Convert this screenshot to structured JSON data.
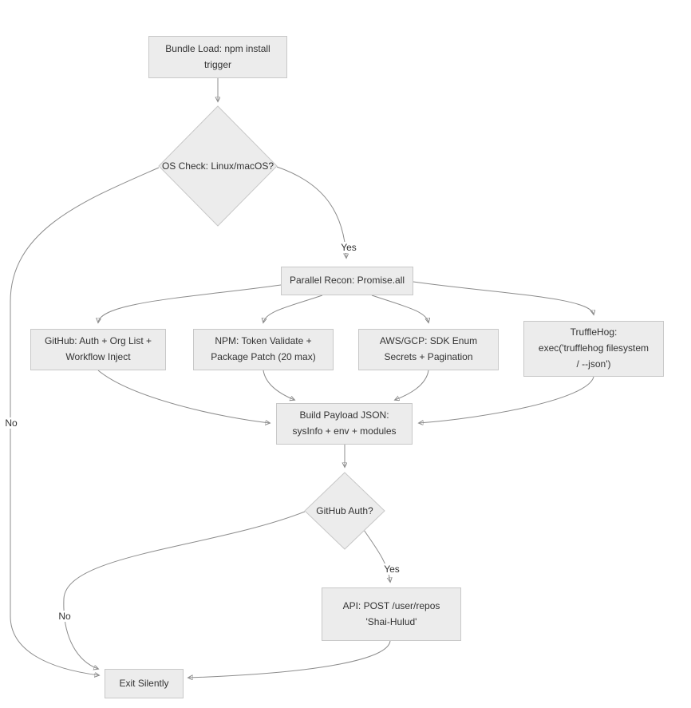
{
  "colors": {
    "node_fill": "#ececec",
    "node_border": "#c8c8c8",
    "edge_stroke": "#8c8c8c",
    "text": "#333333",
    "background": "#ffffff"
  },
  "diagram": {
    "nodes": {
      "bundle_load": {
        "lines": [
          "Bundle Load: npm install",
          "trigger"
        ]
      },
      "os_check": {
        "lines": [
          "OS Check: Linux/macOS?"
        ]
      },
      "parallel_recon": {
        "lines": [
          "Parallel Recon: Promise.all"
        ]
      },
      "github_recon": {
        "lines": [
          "GitHub: Auth + Org List +",
          "Workflow Inject"
        ]
      },
      "npm_recon": {
        "lines": [
          "NPM: Token Validate +",
          "Package Patch (20 max)"
        ]
      },
      "aws_gcp_recon": {
        "lines": [
          "AWS/GCP: SDK Enum",
          "Secrets + Pagination"
        ]
      },
      "trufflehog": {
        "lines": [
          "TruffleHog:",
          "exec('trufflehog filesystem",
          "/ --json')"
        ]
      },
      "build_payload": {
        "lines": [
          "Build Payload JSON:",
          "sysInfo + env + modules"
        ]
      },
      "github_auth": {
        "lines": [
          "GitHub Auth?"
        ]
      },
      "api_post": {
        "lines": [
          "API: POST /user/repos",
          "'Shai-Hulud'"
        ]
      },
      "exit_silently": {
        "lines": [
          "Exit Silently"
        ]
      }
    },
    "edge_labels": {
      "os_yes": "Yes",
      "os_no": "No",
      "auth_yes": "Yes",
      "auth_no": "No"
    }
  }
}
